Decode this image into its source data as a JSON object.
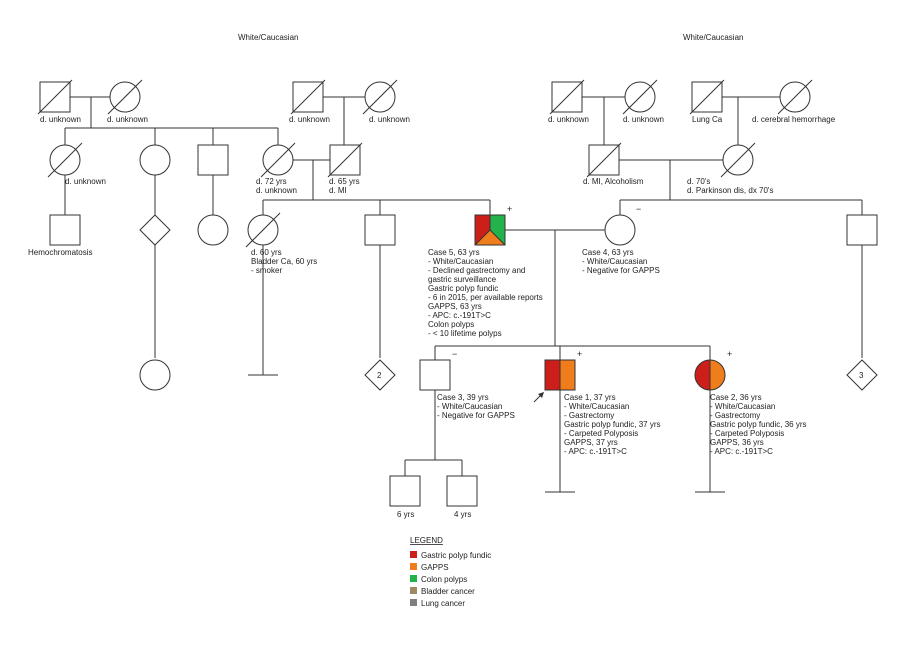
{
  "ethnicity": {
    "left": "White/Caucasian",
    "right": "White/Caucasian"
  },
  "colors": {
    "gastric_polyp_fundic": "#cc1f1a",
    "gapps": "#f07d1c",
    "colon_polyps": "#23b24b",
    "bladder_cancer": "#9c8b63",
    "lung_cancer": "#7f7f7f"
  },
  "labels": {
    "lpgf": "d. unknown",
    "lpgm": "d. unknown",
    "lmgf": "d. unknown",
    "lmgm": "d. unknown",
    "rpgf": "d. unknown",
    "rpgm": "d. unknown",
    "rmgf": "Lung Ca",
    "rmgm": "d. cerebral hemorrhage",
    "aunt1": "d. unknown",
    "cousin1": "Hemochromatosis",
    "lmother": [
      "d. 72 yrs",
      "d. unknown"
    ],
    "lfather": [
      "d. 65 yrs",
      "d. MI"
    ],
    "rfather": [
      "d. MI, Alcoholism"
    ],
    "rmother": [
      "d. 70's",
      "d. Parkinson dis, dx 70's"
    ],
    "bladder": [
      "d. 60 yrs",
      "Bladder Ca, 60 yrs",
      "- smoker"
    ],
    "case5": [
      "Case 5, 63 yrs",
      "- White/Caucasian",
      "- Declined gastrectomy and",
      "gastric surveillance",
      "Gastric polyp fundic",
      "- 6 in 2015, per available reports",
      "GAPPS, 63 yrs",
      "- APC: c.-191T>C",
      "Colon polyps",
      "- < 10 lifetime polyps"
    ],
    "case4": [
      "Case 4, 63 yrs",
      "- White/Caucasian",
      "- Negative for GAPPS"
    ],
    "case3": [
      "Case 3, 39 yrs",
      "- White/Caucasian",
      "- Negative for GAPPS"
    ],
    "case1": [
      "Case 1, 37 yrs",
      "- White/Caucasian",
      "- Gastrectomy",
      "Gastric polyp fundic, 37 yrs",
      "- Carpeted Polyposis",
      "GAPPS, 37 yrs",
      "- APC: c.-191T>C"
    ],
    "case2": [
      "Case 2, 36 yrs",
      "- White/Caucasian",
      "- Gastrectomy",
      "Gastric polyp fundic, 36 yrs",
      "- Carpeted Polyposis",
      "GAPPS, 36 yrs",
      "- APC: c.-191T>C"
    ],
    "gc1": "6 yrs",
    "gc2": "4 yrs"
  },
  "counts": {
    "left_sibs": "2",
    "right_sibs": "3"
  },
  "signs": {
    "plus": "+",
    "minus": "−"
  },
  "legend": {
    "title": "LEGEND",
    "items": [
      "Gastric polyp fundic",
      "GAPPS",
      "Colon polyps",
      "Bladder cancer",
      "Lung cancer"
    ]
  }
}
